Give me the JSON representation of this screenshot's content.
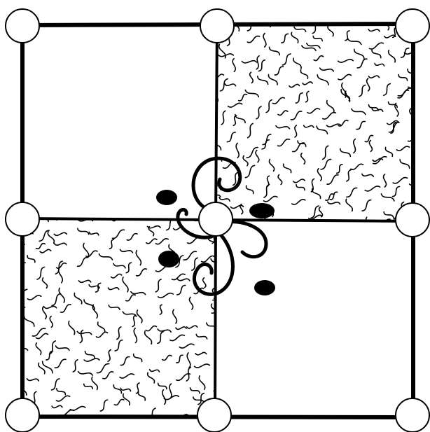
{
  "diagram": {
    "cells": [
      {
        "name": "top-left",
        "pattern": "blank"
      },
      {
        "name": "top-right",
        "pattern": "wavy-texture"
      },
      {
        "name": "bottom-left",
        "pattern": "wavy-texture"
      },
      {
        "name": "bottom-right",
        "pattern": "blank"
      }
    ],
    "node_count": 9,
    "dot_count": 4,
    "curl_count": 4,
    "colors": {
      "background": "#ffffff",
      "stroke": "#000000",
      "node_fill": "#ffffff",
      "dot_fill": "#000000"
    }
  }
}
